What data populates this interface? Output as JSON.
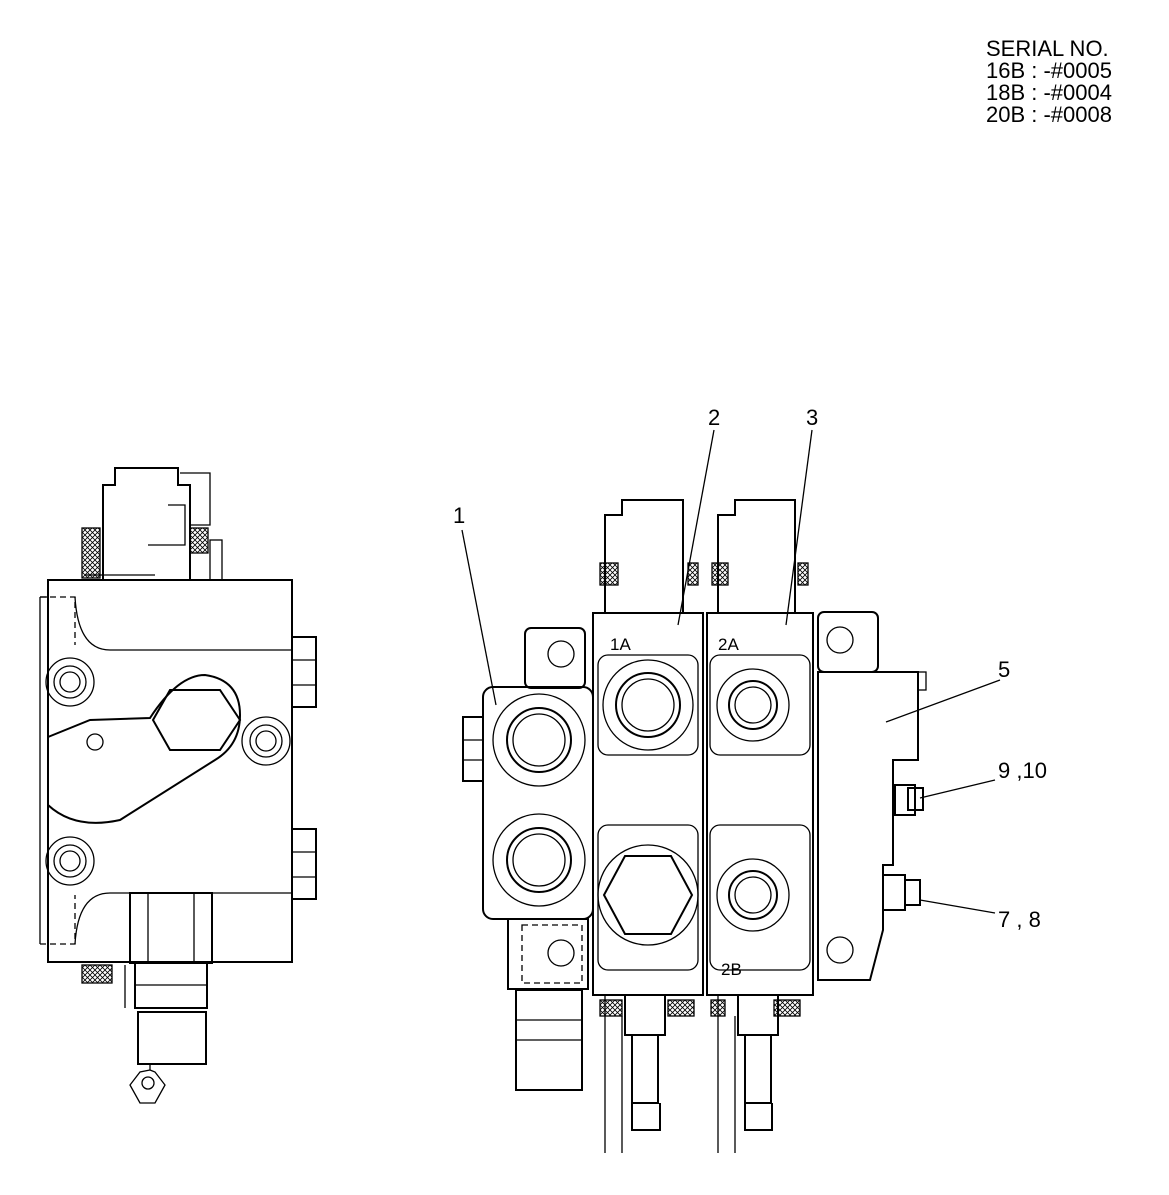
{
  "serial": {
    "heading": "SERIAL NO.",
    "lines": [
      "16B : -#0005",
      "18B : -#0004",
      "20B : -#0008"
    ]
  },
  "callouts": {
    "c1": "1",
    "c2": "2",
    "c3": "3",
    "c5": "5",
    "c9_10": "9 ,10",
    "c7_8": "7 , 8"
  },
  "ports": {
    "p1a": "1A",
    "p2a": "2A",
    "p2b": "2B"
  }
}
